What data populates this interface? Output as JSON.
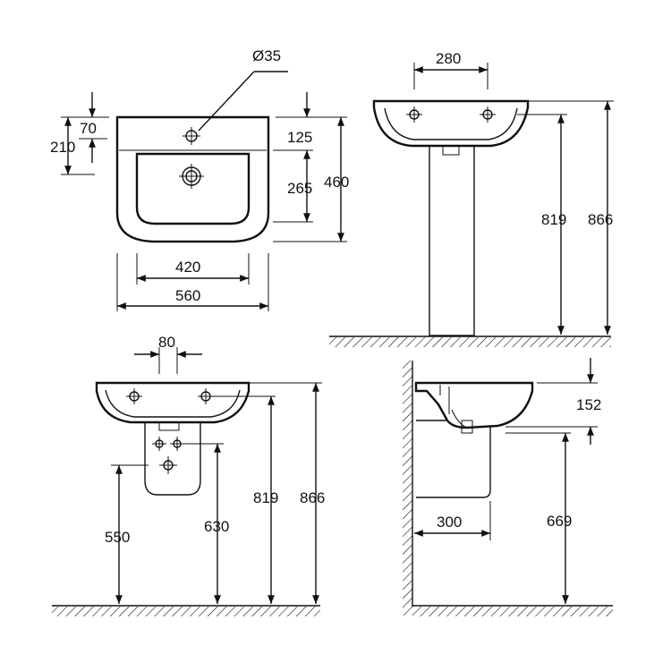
{
  "dims": {
    "top_hole_dia": "Ø35",
    "top_70": "70",
    "top_210": "210",
    "top_125": "125",
    "top_265": "265",
    "top_460": "460",
    "top_420": "420",
    "top_560": "560",
    "ped_280": "280",
    "ped_819": "819",
    "ped_866": "866",
    "half_80": "80",
    "half_550": "550",
    "half_630": "630",
    "half_819": "819",
    "half_866": "866",
    "side_152": "152",
    "side_300": "300",
    "side_669": "669"
  }
}
